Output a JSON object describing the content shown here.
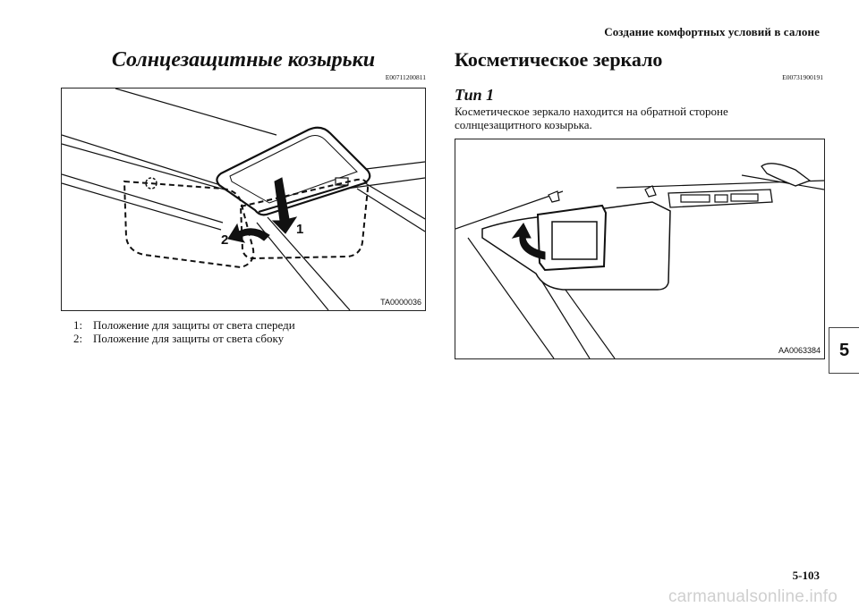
{
  "header": {
    "running_title": "Создание комфортных условий в салоне"
  },
  "left": {
    "title": "Солнцезащитные козырьки",
    "code": "E00711200811",
    "figure": {
      "code": "TA0000036",
      "callout_1": "1",
      "callout_2": "2"
    },
    "legend": [
      {
        "num": "1:",
        "text": "Положение для защиты от света спереди"
      },
      {
        "num": "2:",
        "text": "Положение для защиты от света сбоку"
      }
    ]
  },
  "right": {
    "title": "Косметическое зеркало",
    "code": "E00731900191",
    "subtitle": "Тип 1",
    "body_line1": "Косметическое зеркало находится на обратной стороне",
    "body_line2": "солнцезащитного козырька.",
    "figure": {
      "code": "AA0063384"
    }
  },
  "chapter_tab": "5",
  "page_number": "5-103",
  "watermark": "carmanualsonline.info"
}
